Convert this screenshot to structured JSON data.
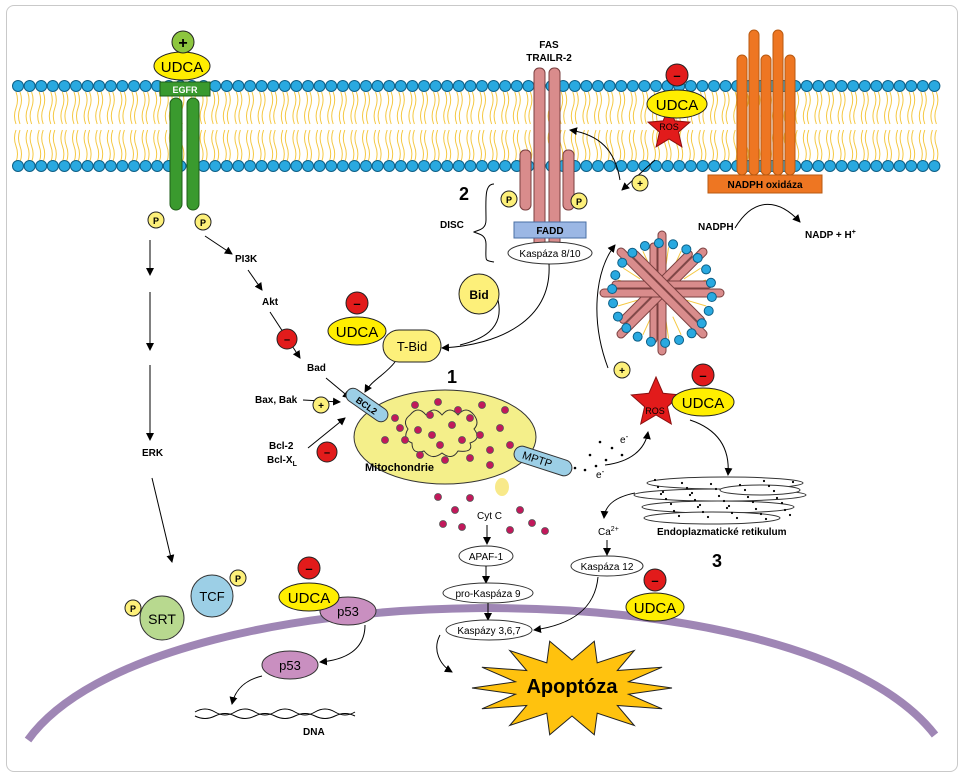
{
  "labels": {
    "udca": "UDCA",
    "egfr": "EGFR",
    "fas": "FAS",
    "trailr2": "TRAILR-2",
    "disc": "DISC",
    "fadd": "FADD",
    "kaspaza810": "Kaspáza 8/10",
    "nadph_oxidaza": "NADPH oxidáza",
    "nadph": "NADPH",
    "nadp": "NADP + H",
    "nadp_sup": "+",
    "pi3k": "PI3K",
    "akt": "Akt",
    "bad": "Bad",
    "bid": "Bid",
    "tbid": "T-Bid",
    "bax_bak": "Bax, Bak",
    "bcl2_left": "Bcl-2",
    "bclxl": "Bcl-X",
    "bclxl_sub": "L",
    "bcl2_tag": "BCL2",
    "mptp": "MPTP",
    "mitochondrie": "Mitochondrie",
    "erk": "ERK",
    "cyt_c": "Cyt C",
    "apaf1": "APAF-1",
    "pro_kaspaza9": "pro-Kaspáza 9",
    "kaspazy": "Kaspázy 3,6,7",
    "ca": "Ca",
    "ca_sup": "2+",
    "kaspaza12": "Kaspáza 12",
    "er": "Endoplazmatické retikulum",
    "ros": "ROS",
    "electron": "e",
    "electron_sup": "-",
    "apoptoza": "Apoptóza",
    "srt": "SRT",
    "tcf": "TCF",
    "p53": "p53",
    "dna": "DNA",
    "p": "P",
    "plus": "+",
    "minus": "–",
    "n1": "1",
    "n2": "2",
    "n3": "3"
  },
  "colors": {
    "lipid_head": "#29a9e0",
    "tail": "#f5c842",
    "udca_fill": "#ffee00",
    "inhibit": "#e21b1b",
    "activate": "#8dc63f",
    "egfr": "#3a9a2e",
    "fas": "#d98c8c",
    "nadph_ox": "#ee7622",
    "fadd": "#9bb7e4",
    "mito": "#f4ef8a",
    "srt": "#b8d98f",
    "tcf": "#9ccfe6",
    "p53": "#c98fc0",
    "nucleus": "#9f86b5",
    "apoptoza": "#ffc20e",
    "dot": "#c2185b"
  }
}
